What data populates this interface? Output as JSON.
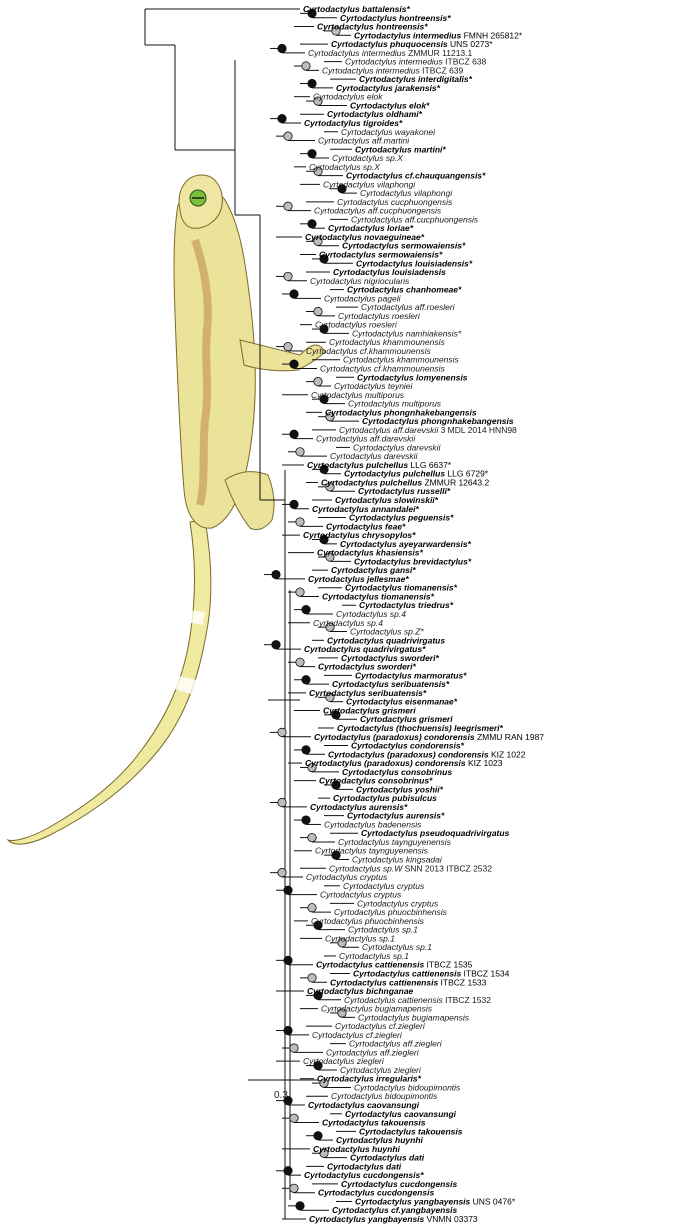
{
  "scale_bar": {
    "label": "0.3"
  },
  "node_support": {
    "high_color": "#111111",
    "moderate_color": "#bdbdbd",
    "stroke": "#111111"
  },
  "illustration": {
    "subject": "gecko",
    "body_color": "#f0e9a0",
    "stripe_color": "#c89a5a",
    "eye_color": "#7bbf3a"
  },
  "taxa": [
    {
      "name": "Cyrtodactylus battalensis*",
      "bold": true
    },
    {
      "name": "Cyrtodactylus hontreensis*",
      "bold": true
    },
    {
      "name": "Cyrtodactylus hontreensis*",
      "bold": true
    },
    {
      "name": "Cyrtodactylus intermedius",
      "bold": true,
      "suffix": "FMNH 265812*"
    },
    {
      "name": "Cyrtodactylus phuquocensis",
      "bold": true,
      "suffix": "UNS 0273*"
    },
    {
      "name": "Cyrtodactylus intermedius",
      "bold": false,
      "suffix": "ZMMUR 11213.1"
    },
    {
      "name": "Cyrtodactylus intermedius",
      "bold": false,
      "suffix": "ITBCZ 638"
    },
    {
      "name": "Cyrtodactylus intermedius",
      "bold": false,
      "suffix": "ITBCZ 639"
    },
    {
      "name": "Cyrtodactylus interdigitalis*",
      "bold": true
    },
    {
      "name": "Cyrtodactylus jarakensis*",
      "bold": true
    },
    {
      "name": "Cyrtodactylus elok",
      "bold": false
    },
    {
      "name": "Cyrtodactylus elok*",
      "bold": true
    },
    {
      "name": "Cyrtodactylus oldhami*",
      "bold": true
    },
    {
      "name": "Cyrtodactylus tigroides*",
      "bold": true
    },
    {
      "name": "Cyrtodactylus wayakonei",
      "bold": false
    },
    {
      "name": "Cyrtodactylus aff.martini",
      "bold": false
    },
    {
      "name": "Cyrtodactylus martini*",
      "bold": true
    },
    {
      "name": "Cyrtodactylus sp.X",
      "bold": false
    },
    {
      "name": "Cyrtodactylus sp.X",
      "bold": false
    },
    {
      "name": "Cyrtodactylus cf.chauquangensis*",
      "bold": true
    },
    {
      "name": "Cyrtodactylus vilaphongi",
      "bold": false
    },
    {
      "name": "Cyrtodactylus vilaphongi",
      "bold": false
    },
    {
      "name": "Cyrtodactylus cucphuongensis",
      "bold": false
    },
    {
      "name": "Cyrtodactylus aff.cucphuongensis",
      "bold": false
    },
    {
      "name": "Cyrtodactylus aff.cucphuongensis",
      "bold": false
    },
    {
      "name": "Cyrtodactylus loriae*",
      "bold": true
    },
    {
      "name": "Cyrtodactylus novaeguineae*",
      "bold": true
    },
    {
      "name": "Cyrtodactylus sermowaiensis*",
      "bold": true
    },
    {
      "name": "Cyrtodactylus sermowaiensis*",
      "bold": true
    },
    {
      "name": "Cyrtodactylus louisiadensis*",
      "bold": true
    },
    {
      "name": "Cyrtodactylus louisiadensis",
      "bold": true
    },
    {
      "name": "Cyrtodactylus nigriocularis",
      "bold": false
    },
    {
      "name": "Cyrtodactylus chanhomeae*",
      "bold": true
    },
    {
      "name": "Cyrtodactylus pageli",
      "bold": false
    },
    {
      "name": "Cyrtodactylus aff.roesleri",
      "bold": false
    },
    {
      "name": "Cyrtodactylus roesleri",
      "bold": false
    },
    {
      "name": "Cyrtodactylus roesleri",
      "bold": false
    },
    {
      "name": "Cyrtodactylus namhiakensis*",
      "bold": false
    },
    {
      "name": "Cyrtodactylus khammounensis",
      "bold": false
    },
    {
      "name": "Cyrtodactylus cf.khammounensis",
      "bold": false
    },
    {
      "name": "Cyrtodactylus khammounensis",
      "bold": false
    },
    {
      "name": "Cyrtodactylus cf.khammounensis",
      "bold": false
    },
    {
      "name": "Cyrtodactylus lomyenensis",
      "bold": true
    },
    {
      "name": "Cyrtodactylus teyniei",
      "bold": false
    },
    {
      "name": "Cyrtodactylus multiporus",
      "bold": false
    },
    {
      "name": "Cyrtodactylus multiporus",
      "bold": false
    },
    {
      "name": "Cyrtodactylus phongnhakebangensis",
      "bold": true
    },
    {
      "name": "Cyrtodactylus phongnhakebangensis",
      "bold": true
    },
    {
      "name": "Cyrtodactylus aff.darevskii",
      "bold": false,
      "suffix": "3 MDL 2014 HNN98"
    },
    {
      "name": "Cyrtodactylus aff.darevskii",
      "bold": false
    },
    {
      "name": "Cyrtodactylus darevskii",
      "bold": false
    },
    {
      "name": "Cyrtodactylus darevskii",
      "bold": false
    },
    {
      "name": "Cyrtodactylus pulchellus",
      "bold": true,
      "suffix": "LLG 6637*"
    },
    {
      "name": "Cyrtodactylus pulchellus",
      "bold": true,
      "suffix": "LLG 6729*"
    },
    {
      "name": "Cyrtodactylus pulchellus",
      "bold": true,
      "suffix": "ZMMUR 12643.2"
    },
    {
      "name": "Cyrtodactylus russelli*",
      "bold": true
    },
    {
      "name": "Cyrtodactylus slowinskii*",
      "bold": true
    },
    {
      "name": "Cyrtodactylus annandalei*",
      "bold": true
    },
    {
      "name": "Cyrtodactylus peguensis*",
      "bold": true
    },
    {
      "name": "Cyrtodactylus feae*",
      "bold": true
    },
    {
      "name": "Cyrtodactylus chrysopylos*",
      "bold": true
    },
    {
      "name": "Cyrtodactylus ayeyarwardensis*",
      "bold": true
    },
    {
      "name": "Cyrtodactylus khasiensis*",
      "bold": true
    },
    {
      "name": "Cyrtodactylus brevidactylus*",
      "bold": true
    },
    {
      "name": "Cyrtodactylus gansi*",
      "bold": true
    },
    {
      "name": "Cyrtodactylus jellesmae*",
      "bold": true
    },
    {
      "name": "Cyrtodactylus tiomanensis*",
      "bold": true
    },
    {
      "name": "Cyrtodactylus tiomanensis*",
      "bold": true
    },
    {
      "name": "Cyrtodactylus triedrus*",
      "bold": true
    },
    {
      "name": "Cyrtodactylus sp.4",
      "bold": false
    },
    {
      "name": "Cyrtodactylus sp.4",
      "bold": false
    },
    {
      "name": "Cyrtodactylus sp.Z*",
      "bold": false
    },
    {
      "name": "Cyrtodactylus quadrivirgatus",
      "bold": true
    },
    {
      "name": "Cyrtodactylus quadrivirgatus*",
      "bold": true
    },
    {
      "name": "Cyrtodactylus sworderi*",
      "bold": true
    },
    {
      "name": "Cyrtodactylus sworderi*",
      "bold": true
    },
    {
      "name": "Cyrtodactylus marmoratus*",
      "bold": true
    },
    {
      "name": "Cyrtodactylus seribuatensis*",
      "bold": true
    },
    {
      "name": "Cyrtodactylus seribuatensis*",
      "bold": true
    },
    {
      "name": "Cyrtodactylus eisenmanae*",
      "bold": true
    },
    {
      "name": "Cyrtodactylus grismeri",
      "bold": true
    },
    {
      "name": "Cyrtodactylus grismeri",
      "bold": true
    },
    {
      "name": "Cyrtodactylus (thochuensis) leegrismeri*",
      "bold": true
    },
    {
      "name": "Cyrtodactylus (paradoxus) condorensis",
      "bold": true,
      "suffix": "ZMMU RAN 1987"
    },
    {
      "name": "Cyrtodactylus condorensis*",
      "bold": true
    },
    {
      "name": "Cyrtodactylus (paradoxus) condorensis",
      "bold": true,
      "suffix": "KIZ 1022"
    },
    {
      "name": "Cyrtodactylus (paradoxus) condorensis",
      "bold": true,
      "suffix": "KIZ 1023"
    },
    {
      "name": "Cyrtodactylus consobrinus",
      "bold": true
    },
    {
      "name": "Cyrtodactylus consobrinus*",
      "bold": true
    },
    {
      "name": "Cyrtodactylus yoshii*",
      "bold": true
    },
    {
      "name": "Cyrtodactylus pubisulcus",
      "bold": true
    },
    {
      "name": "Cyrtodactylus aurensis*",
      "bold": true
    },
    {
      "name": "Cyrtodactylus aurensis*",
      "bold": true
    },
    {
      "name": "Cyrtodactylus badenensis",
      "bold": false
    },
    {
      "name": "Cyrtodactylus pseudoquadrivirgatus",
      "bold": true
    },
    {
      "name": "Cyrtodactylus taynguyenensis",
      "bold": false
    },
    {
      "name": "Cyrtodactylus taynguyenensis",
      "bold": false
    },
    {
      "name": "Cyrtodactylus kingsadai",
      "bold": false
    },
    {
      "name": "Cyrtodactylus sp.W",
      "bold": false,
      "suffix": "SNN 2013 ITBCZ 2532"
    },
    {
      "name": "Cyrtodactylus cryptus",
      "bold": false
    },
    {
      "name": "Cyrtodactylus cryptus",
      "bold": false
    },
    {
      "name": "Cyrtodactylus cryptus",
      "bold": false
    },
    {
      "name": "Cyrtodactylus cryptus",
      "bold": false
    },
    {
      "name": "Cyrtodactylus phuocbinhensis",
      "bold": false
    },
    {
      "name": "Cyrtodactylus phuocbinhensis",
      "bold": false
    },
    {
      "name": "Cyrtodactylus sp.1",
      "bold": false
    },
    {
      "name": "Cyrtodactylus sp.1",
      "bold": false
    },
    {
      "name": "Cyrtodactylus sp.1",
      "bold": false
    },
    {
      "name": "Cyrtodactylus sp.1",
      "bold": false
    },
    {
      "name": "Cyrtodactylus cattienensis",
      "bold": true,
      "suffix": "ITBCZ 1535"
    },
    {
      "name": "Cyrtodactylus cattienensis",
      "bold": true,
      "suffix": "ITBCZ 1534"
    },
    {
      "name": "Cyrtodactylus cattienensis",
      "bold": true,
      "suffix": "ITBCZ 1533"
    },
    {
      "name": "Cyrtodactylus bichnganae",
      "bold": true
    },
    {
      "name": "Cyrtodactylus cattienensis",
      "bold": false,
      "suffix": "ITBCZ 1532"
    },
    {
      "name": "Cyrtodactylus bugiamapensis",
      "bold": false
    },
    {
      "name": "Cyrtodactylus bugiamapensis",
      "bold": false
    },
    {
      "name": "Cyrtodactylus cf.ziegleri",
      "bold": false
    },
    {
      "name": "Cyrtodactylus cf.ziegleri",
      "bold": false
    },
    {
      "name": "Cyrtodactylus aff.ziegleri",
      "bold": false
    },
    {
      "name": "Cyrtodactylus aff.ziegleri",
      "bold": false
    },
    {
      "name": "Cyrtodactylus ziegleri",
      "bold": false
    },
    {
      "name": "Cyrtodactylus ziegleri",
      "bold": false
    },
    {
      "name": "Cyrtodactylus irregularis*",
      "bold": true
    },
    {
      "name": "Cyrtodactylus bidoupimontis",
      "bold": false
    },
    {
      "name": "Cyrtodactylus bidoupimontis",
      "bold": false
    },
    {
      "name": "Cyrtodactylus caovansungi",
      "bold": true
    },
    {
      "name": "Cyrtodactylus caovansungi",
      "bold": true
    },
    {
      "name": "Cyrtodactylus takouensis",
      "bold": true
    },
    {
      "name": "Cyrtodactylus takouensis",
      "bold": true
    },
    {
      "name": "Cyrtodactylus huynhi",
      "bold": true
    },
    {
      "name": "Cyrtodactylus huynhi",
      "bold": true
    },
    {
      "name": "Cyrtodactylus dati",
      "bold": true
    },
    {
      "name": "Cyrtodactylus dati",
      "bold": true
    },
    {
      "name": "Cyrtodactylus cucdongensis*",
      "bold": true
    },
    {
      "name": "Cyrtodactylus cucdongensis",
      "bold": true
    },
    {
      "name": "Cyrtodactylus cucdongensis",
      "bold": true
    },
    {
      "name": "Cyrtodactylus yangbayensis",
      "bold": true,
      "suffix": "UNS 0476*"
    },
    {
      "name": "Cyrtodactylus cf.yangbayensis",
      "bold": true
    },
    {
      "name": "Cyrtodactylus yangbayensis",
      "bold": true,
      "suffix": "VNMN 03373"
    }
  ]
}
